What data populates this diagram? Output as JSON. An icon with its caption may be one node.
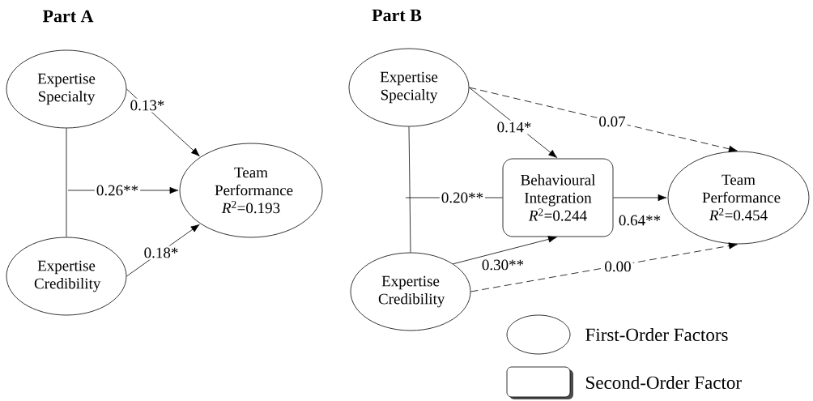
{
  "diagram": {
    "nodes": [
      {
        "text": [
          "Expertise Specialty"
        ]
      },
      {
        "text": [
          "Team Performance",
          "*R*$^{2}$=0.193"
        ]
      },
      {
        "text": [
          "Expertise Credibility"
        ]
      },
      {
        "text": [
          "Expertise Specialty"
        ]
      },
      {
        "text": [
          "Behavioural Integration",
          "*R*$^{2}$=0.244"
        ]
      },
      {
        "text": [
          "Team Performance",
          "*R*$^{2}$=0.454"
        ]
      },
      {
        "text": [
          "Expertise Credibility"
        ]
      }
    ],
    "edges": [
      {
        "from": 0,
        "to": 2,
        "arrow": "none"
      },
      {
        "from": 0,
        "to": 1,
        "arrow": "to",
        "label": "0.13*"
      },
      {
        "from": null,
        "to": 1,
        "arrow": "to",
        "label": "0.26**"
      },
      {
        "from": 2,
        "to": 1,
        "arrow": "to",
        "label": "0.18*"
      },
      {
        "from": 3,
        "to": 6,
        "arrow": "none"
      },
      {
        "from": 3,
        "to": 4,
        "arrow": "to",
        "label": "0.14*"
      },
      {
        "from": 3,
        "to": 5,
        "arrow": "to",
        "label": "0.07",
        "style": "dashed"
      },
      {
        "from": null,
        "to": 4,
        "arrow": "none",
        "label": "0.20**"
      },
      {
        "from": 4,
        "to": 5,
        "arrow": "to",
        "label": "0.64**"
      },
      {
        "from": 6,
        "to": 4,
        "arrow": "to",
        "label": "0.30**"
      },
      {
        "from": 6,
        "to": 5,
        "arrow": "to",
        "label": "0.00",
        "style": "dashed"
      }
    ],
    "labels": [
      "Part A",
      "Part B"
    ],
    "legend": [
      {
        "text": "First-Order Factors"
      },
      {
        "text": "Second-Order Factor"
      }
    ]
  }
}
